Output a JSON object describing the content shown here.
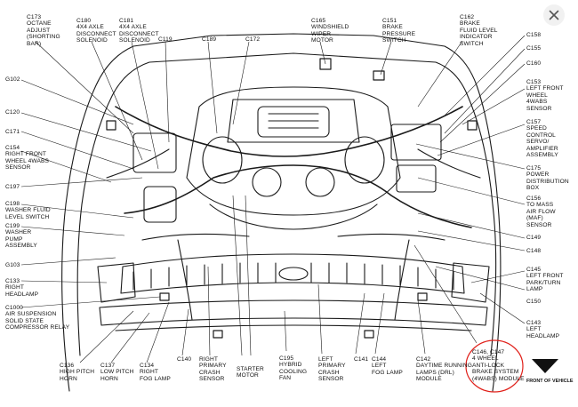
{
  "close_icon": "close-icon",
  "highlight_color": "#e0201a",
  "front_of_vehicle": "FRONT OF VEHICLE",
  "labels": {
    "c173": [
      "C173",
      "OCTANE",
      "ADJUST",
      "(SHORTING",
      "BAR)"
    ],
    "c180": [
      "C180",
      "4X4 AXLE",
      "DISCONNECT",
      "SOLENOID"
    ],
    "c181": [
      "C181",
      "4X4 AXLE",
      "DISCONNECT",
      "SOLENOID"
    ],
    "c119": [
      "C119"
    ],
    "c189": [
      "C189"
    ],
    "c172": [
      "C172"
    ],
    "c165": [
      "C165",
      "WINDSHIELD",
      "WIPER",
      "MOTOR"
    ],
    "c151": [
      "C151",
      "BRAKE",
      "PRESSURE",
      "SWITCH"
    ],
    "c162": [
      "C162",
      "BRAKE",
      "FLUID LEVEL",
      "INDICATOR",
      "SWITCH"
    ],
    "c158": [
      "C158"
    ],
    "c155": [
      "C155"
    ],
    "c160": [
      "C160"
    ],
    "c153": [
      "C153",
      "LEFT FRONT",
      "WHEEL",
      "4WABS",
      "SENSOR"
    ],
    "c157": [
      "C157",
      "SPEED",
      "CONTROL",
      "SERVO/",
      "AMPLIFIER",
      "ASSEMBLY"
    ],
    "c175": [
      "C175",
      "POWER",
      "DISTRIBUTION",
      "BOX"
    ],
    "c156": [
      "C156",
      "TO MASS",
      "AIR FLOW",
      "(MAF)",
      "SENSOR"
    ],
    "c149": [
      "C149"
    ],
    "c148": [
      "C148"
    ],
    "c145": [
      "C145",
      "LEFT FRONT",
      "PARK/TURN",
      "LAMP"
    ],
    "c150": [
      "C150"
    ],
    "c143": [
      "C143",
      "LEFT",
      "HEADLAMP"
    ],
    "g102": [
      "G102"
    ],
    "c120": [
      "C120"
    ],
    "c171": [
      "C171"
    ],
    "c154": [
      "C154",
      "RIGHT FRONT",
      "WHEEL 4WABS",
      "SENSOR"
    ],
    "c197": [
      "C197"
    ],
    "c198": [
      "C198",
      "WASHER FLUID",
      "LEVEL SWITCH"
    ],
    "c199": [
      "C199",
      "WASHER",
      "PUMP",
      "ASSEMBLY"
    ],
    "g103": [
      "G103"
    ],
    "c133": [
      "C133",
      "RIGHT",
      "HEADLAMP"
    ],
    "c1000": [
      "C1000",
      "AIR SUSPENSION",
      "SOLID STATE",
      "COMPRESSOR RELAY"
    ],
    "c136": [
      "C136",
      "HIGH PITCH",
      "HORN"
    ],
    "c137": [
      "C137",
      "LOW PITCH",
      "HORN"
    ],
    "c134": [
      "C134",
      "RIGHT",
      "FOG LAMP"
    ],
    "c140": [
      "C140"
    ],
    "right_crash": [
      "RIGHT",
      "PRIMARY",
      "CRASH",
      "SENSOR"
    ],
    "starter": [
      "STARTER",
      "MOTOR"
    ],
    "c195": [
      "C195",
      "HYBRID",
      "COOLING",
      "FAN"
    ],
    "left_crash": [
      "LEFT",
      "PRIMARY",
      "CRASH",
      "SENSOR"
    ],
    "c141": [
      "C141"
    ],
    "c144": [
      "C144",
      "LEFT",
      "FOG LAMP"
    ],
    "c142": [
      "C142",
      "DAYTIME RUNNING",
      "LAMPS (DRL)",
      "MODULE"
    ],
    "c146": [
      "C146, C147",
      "4 WHEEL",
      "ANTI-LOCK",
      "BRAKE SYSTEM",
      "(4WABS) MODULE"
    ]
  }
}
